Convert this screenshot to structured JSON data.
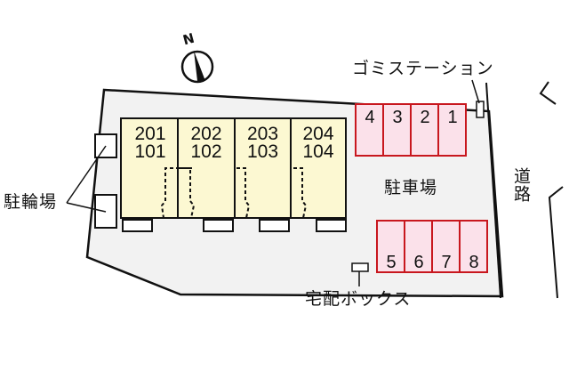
{
  "compass": {
    "label": "N"
  },
  "labels": {
    "garbage_station": "ゴミステーション",
    "bicycle_parking": "駐輪場",
    "parking_lot": "駐車場",
    "road": "道路",
    "delivery_box": "宅配ボックス"
  },
  "units": [
    {
      "upper": "201",
      "lower": "101"
    },
    {
      "upper": "202",
      "lower": "102"
    },
    {
      "upper": "203",
      "lower": "103"
    },
    {
      "upper": "204",
      "lower": "104"
    }
  ],
  "parking_top": [
    "4",
    "3",
    "2",
    "1"
  ],
  "parking_bottom": [
    "5",
    "6",
    "7",
    "8"
  ],
  "colors": {
    "lot_fill": "#f2f2f2",
    "unit_fill": "#fcf8d2",
    "parking_fill": "#fbe1ea",
    "parking_stroke": "#c8171e",
    "line": "#111111"
  }
}
